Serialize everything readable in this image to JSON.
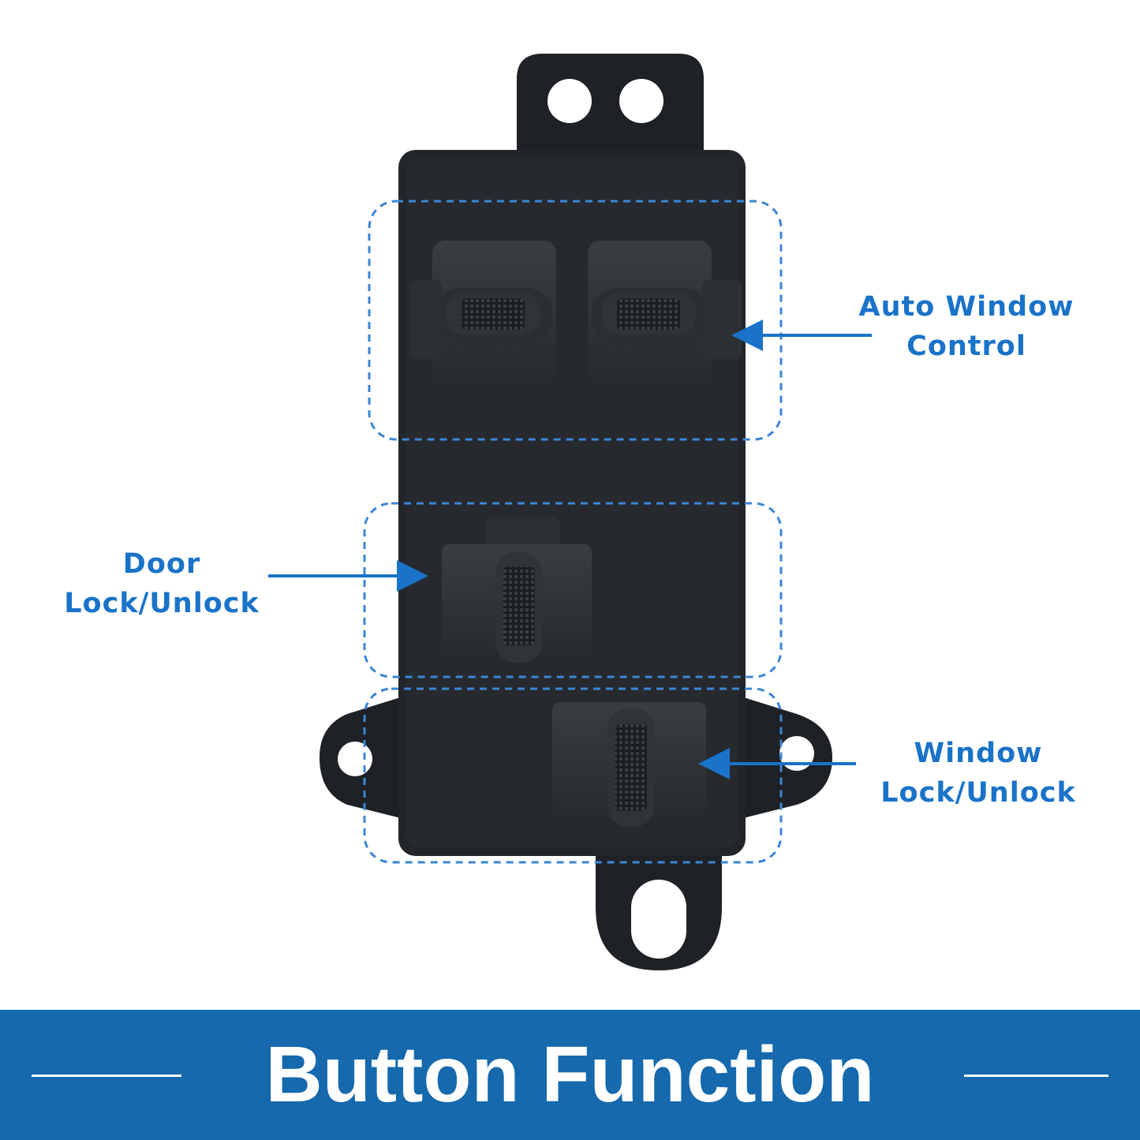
{
  "callouts": {
    "auto_window": {
      "line1": "Auto Window",
      "line2": "Control"
    },
    "door_lock": {
      "line1": "Door",
      "line2": "Lock/Unlock"
    },
    "window_lock": {
      "line1": "Window",
      "line2": "Lock/Unlock"
    }
  },
  "banner": {
    "title": "Button Function"
  },
  "colors": {
    "accent": "#1a73c9",
    "banner": "#1669ad",
    "switch_body": "#1e2125"
  }
}
